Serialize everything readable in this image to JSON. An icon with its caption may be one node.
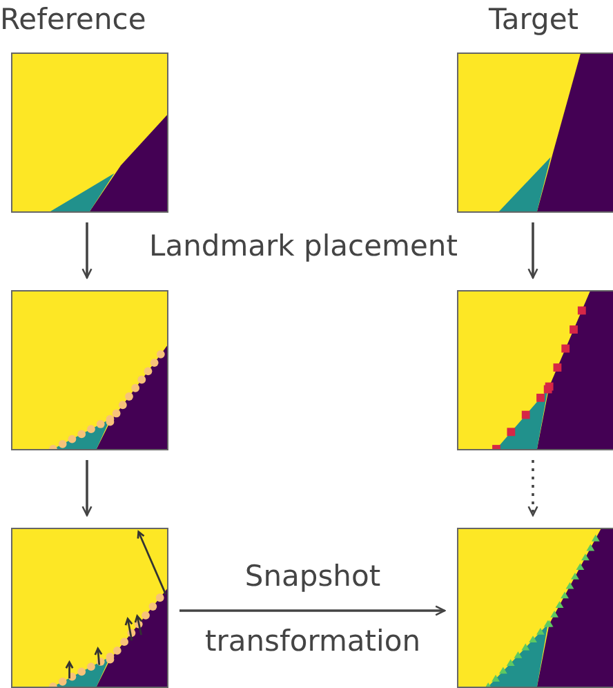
{
  "diagram": {
    "nodes": [
      {
        "text": [],
        "shape": "picture"
      },
      {
        "text": [],
        "shape": "picture"
      },
      {
        "text": [],
        "shape": "picture"
      },
      {
        "text": [],
        "shape": "picture"
      },
      {
        "text": [],
        "shape": "picture"
      },
      {
        "text": [],
        "shape": "picture"
      }
    ],
    "edges": [
      {
        "from": 0,
        "to": 2,
        "arrow": "to"
      },
      {
        "from": 1,
        "to": 3,
        "arrow": "to"
      },
      {
        "from": 2,
        "to": 4,
        "arrow": "to"
      },
      {
        "from": 3,
        "to": 5,
        "arrow": "to",
        "style": "dashed"
      },
      {
        "from": 4,
        "to": 5,
        "arrow": "to",
        "label": "Snapshot transformation"
      }
    ],
    "labels": [
      "Reference",
      "Target",
      "Landmark placement"
    ]
  }
}
